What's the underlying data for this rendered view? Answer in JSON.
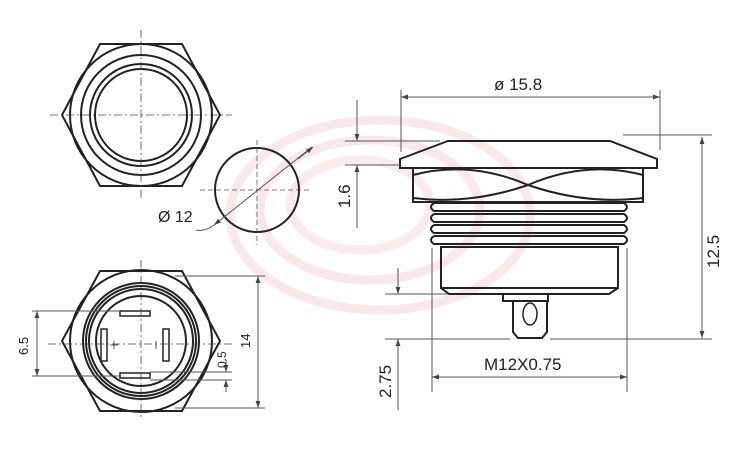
{
  "dimensions": {
    "cap_diameter": "ø 15.8",
    "button_diameter": "Ø 12",
    "flange_height": "1.6",
    "total_height": "12.5",
    "terminal_length": "2.75",
    "thread": "M12X0.75",
    "terminal_spacing": "6.5",
    "hex_size": "14",
    "terminal_thickness": "0.5"
  },
  "colors": {
    "line": "#222222",
    "watermark": "#e0303a"
  }
}
